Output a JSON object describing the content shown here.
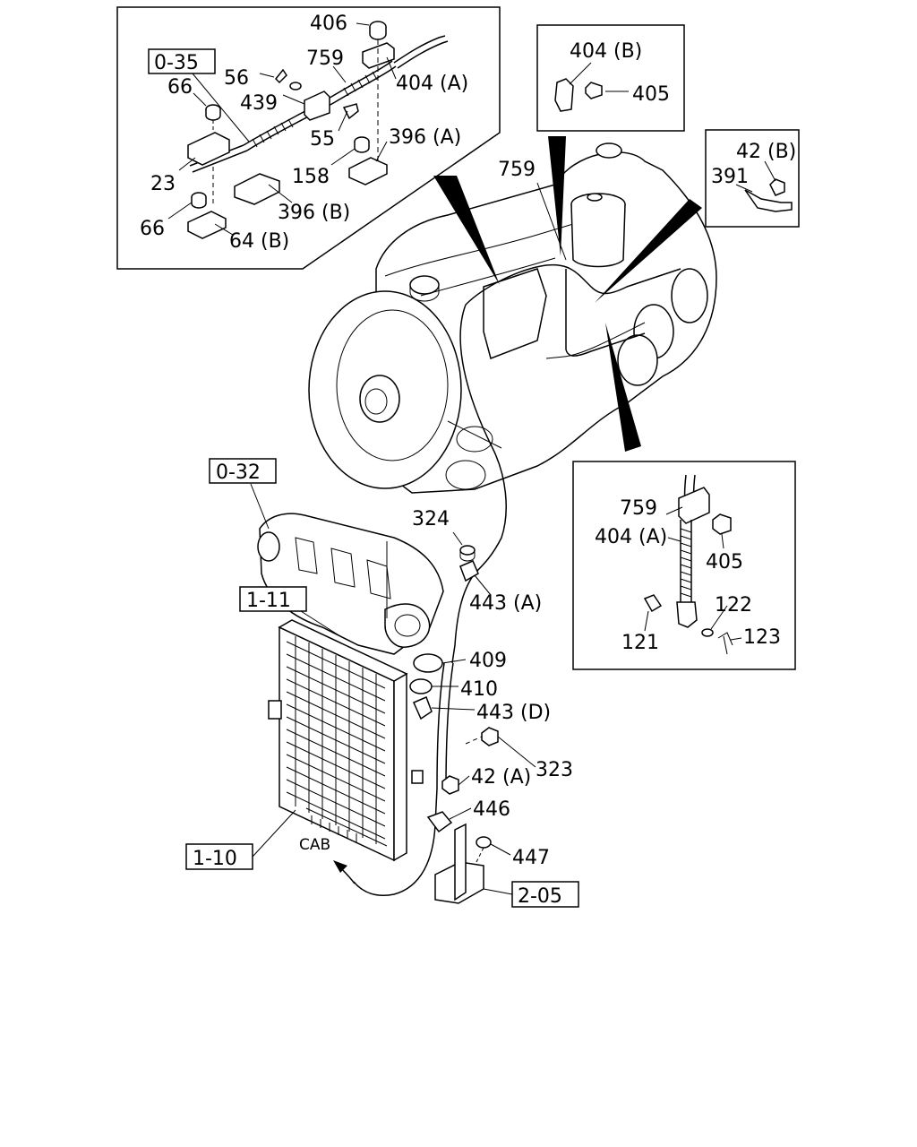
{
  "callouts": {
    "c406": "406",
    "c404a_top": "404 (A)",
    "c759_top": "759",
    "c56": "56",
    "c439": "439",
    "c66_top": "66",
    "c55": "55",
    "c396a": "396 (A)",
    "c158": "158",
    "c23": "23",
    "c396b": "396 (B)",
    "c66_bot": "66",
    "c64b": "64 (B)",
    "c404b": "404 (B)",
    "c405_top": "405",
    "c42b": "42 (B)",
    "c391": "391",
    "c759_mid": "759",
    "c324": "324",
    "c443a": "443 (A)",
    "c409": "409",
    "c410": "410",
    "c443d": "443 (D)",
    "c323": "323",
    "c42a": "42 (A)",
    "c446": "446",
    "c447": "447",
    "c759_right": "759",
    "c404a_right": "404 (A)",
    "c405_right": "405",
    "c122": "122",
    "c121": "121",
    "c123": "123"
  },
  "references": {
    "r035": "0-35",
    "r032": "0-32",
    "r111": "1-11",
    "r110": "1-10",
    "r205": "2-05"
  },
  "annotations": {
    "cab": "CAB"
  }
}
